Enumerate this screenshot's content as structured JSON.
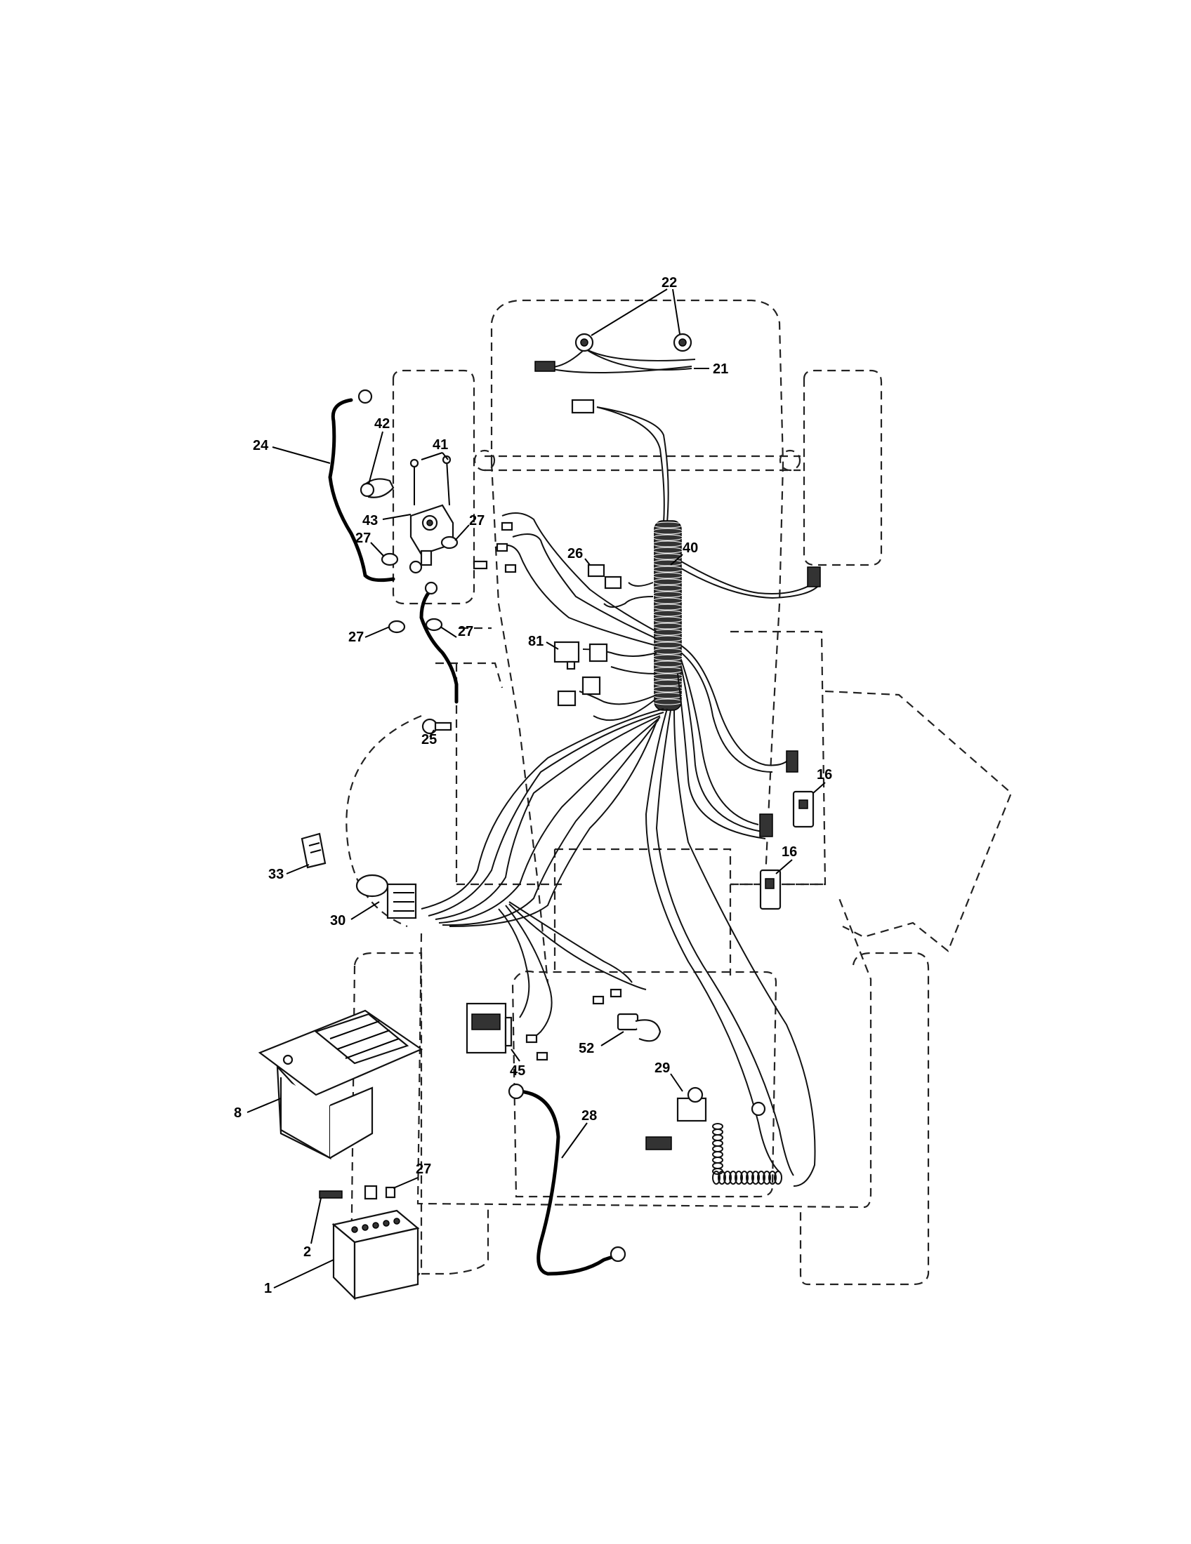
{
  "diagram": {
    "callouts": {
      "c22": "22",
      "c21": "21",
      "c42": "42",
      "c41": "41",
      "c24": "24",
      "c43": "43",
      "c27a": "27",
      "c27b": "27",
      "c27c": "27",
      "c27d": "27",
      "c27e": "27",
      "c26": "26",
      "c40": "40",
      "c81": "81",
      "c25": "25",
      "c16a": "16",
      "c16b": "16",
      "c33": "33",
      "c30": "30",
      "c8": "8",
      "c45": "45",
      "c52": "52",
      "c29": "29",
      "c28": "28",
      "c2": "2",
      "c1": "1"
    }
  }
}
